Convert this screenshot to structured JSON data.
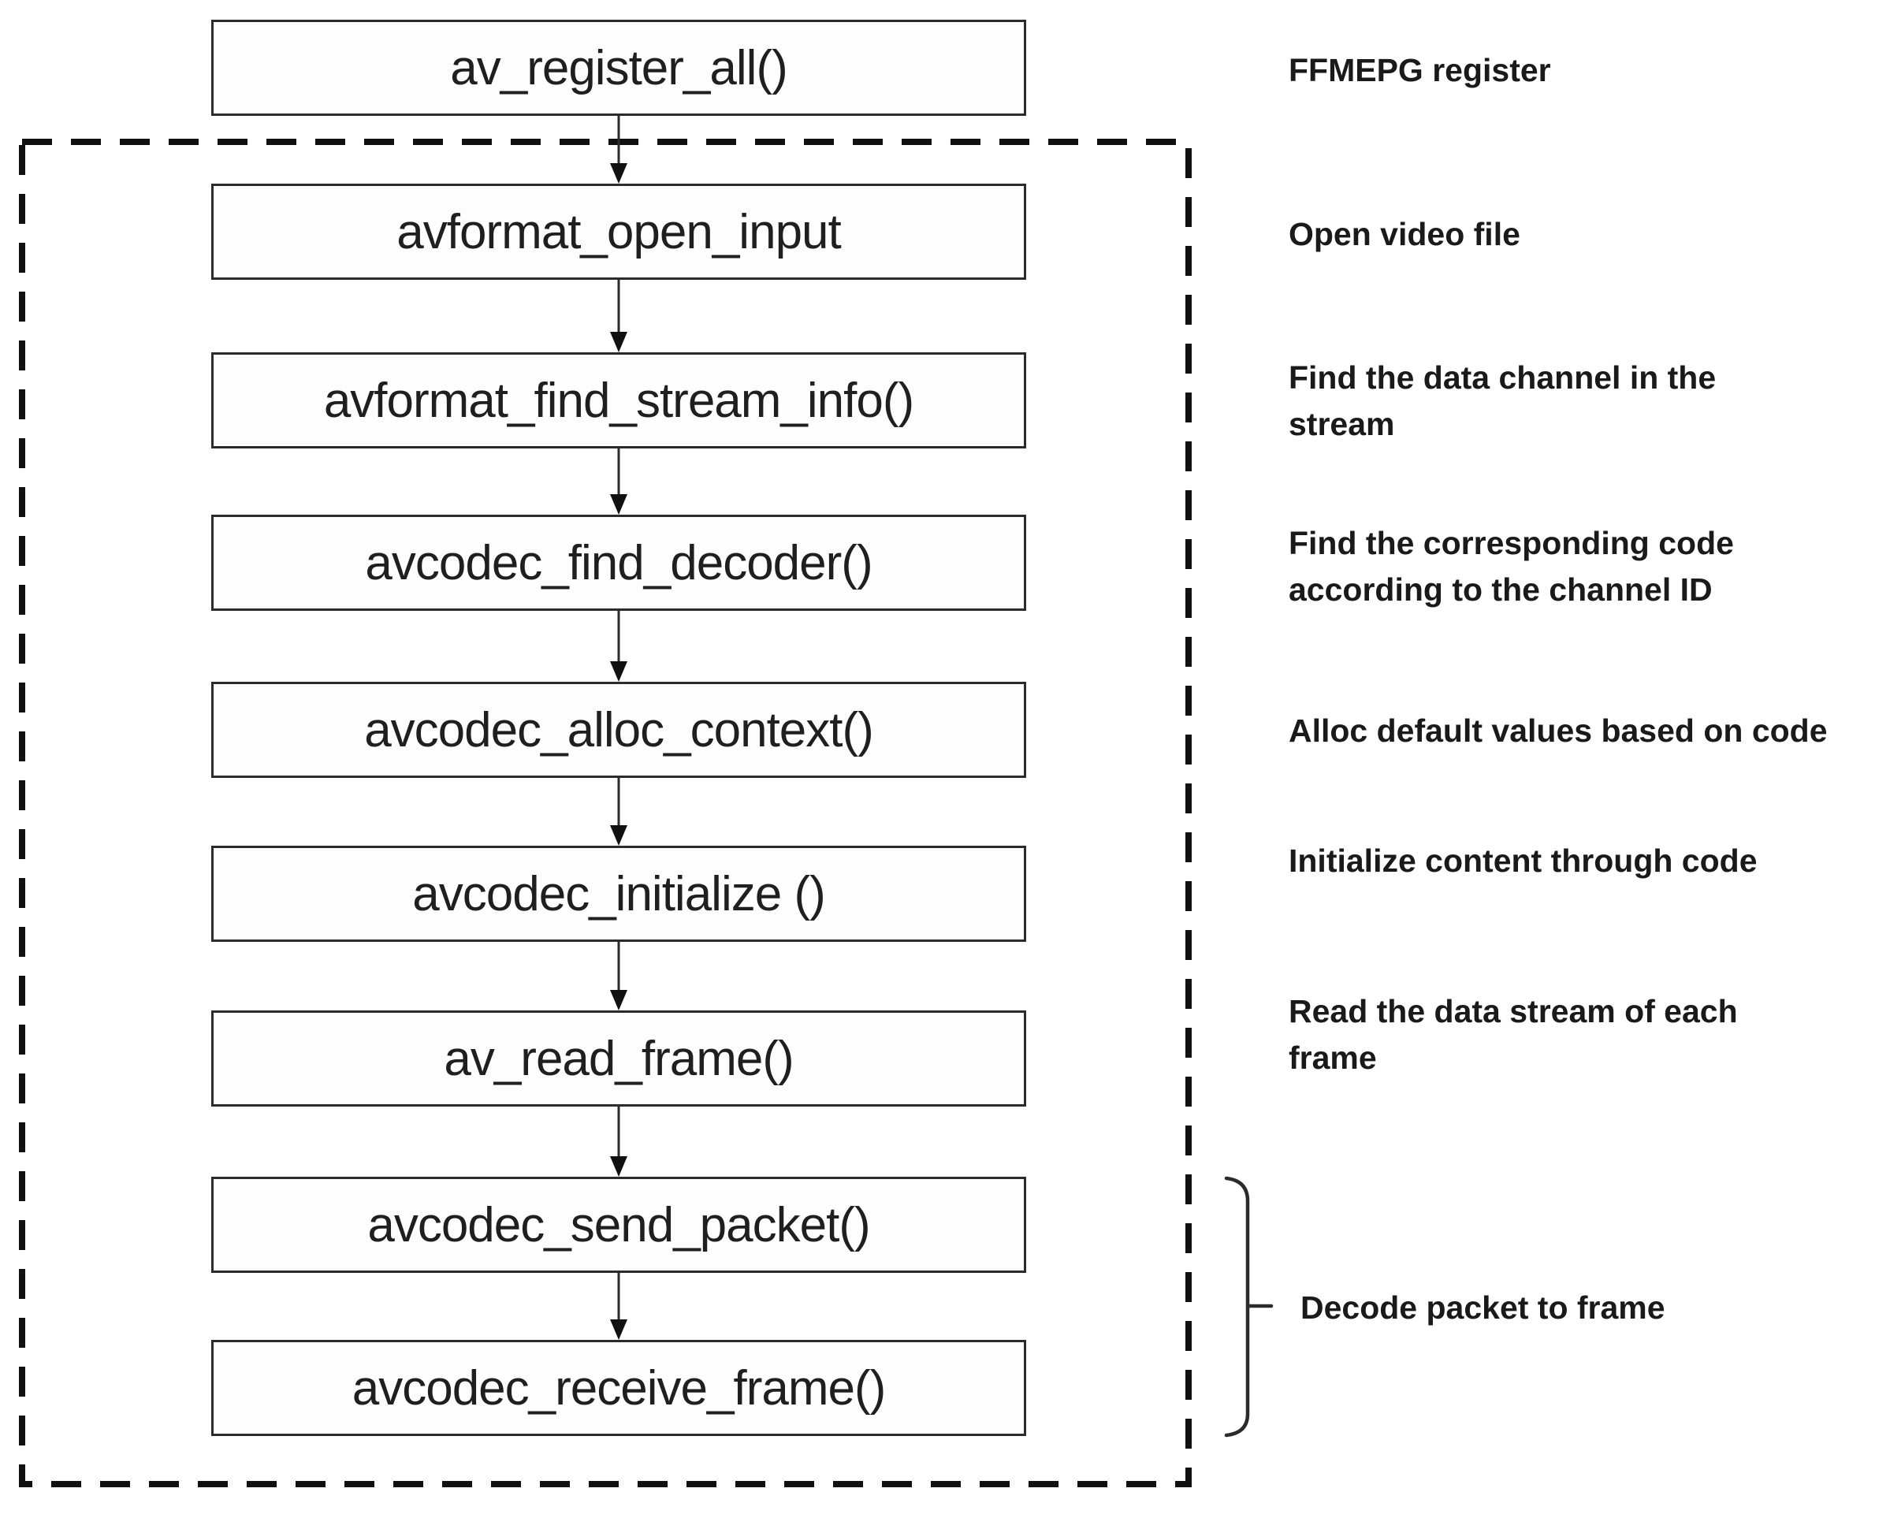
{
  "flowchart": {
    "steps": [
      {
        "function": "av_register_all()",
        "note": "FFMEPG register"
      },
      {
        "function": "avformat_open_input",
        "note": "Open video file"
      },
      {
        "function": "avformat_find_stream_info()",
        "note": "Find the data channel in the\nstream"
      },
      {
        "function": "avcodec_find_decoder()",
        "note": "Find the corresponding code\naccording to the channel ID"
      },
      {
        "function": "avcodec_alloc_context()",
        "note": "Alloc default values based on code"
      },
      {
        "function": "avcodec_initialize ()",
        "note": "Initialize content through code"
      },
      {
        "function": "av_read_frame()",
        "note": "Read the data stream of each\nframe"
      },
      {
        "function": "avcodec_send_packet()",
        "note": ""
      },
      {
        "function": "avcodec_receive_frame()",
        "note": ""
      }
    ],
    "bracket_note": "Decode packet to frame",
    "colors": {
      "line": "#2b2b2b",
      "arrow": "#1a1a1a",
      "text": "#1f1f1f",
      "box_background": "#fdfdfd",
      "page_background": "#ffffff"
    }
  }
}
